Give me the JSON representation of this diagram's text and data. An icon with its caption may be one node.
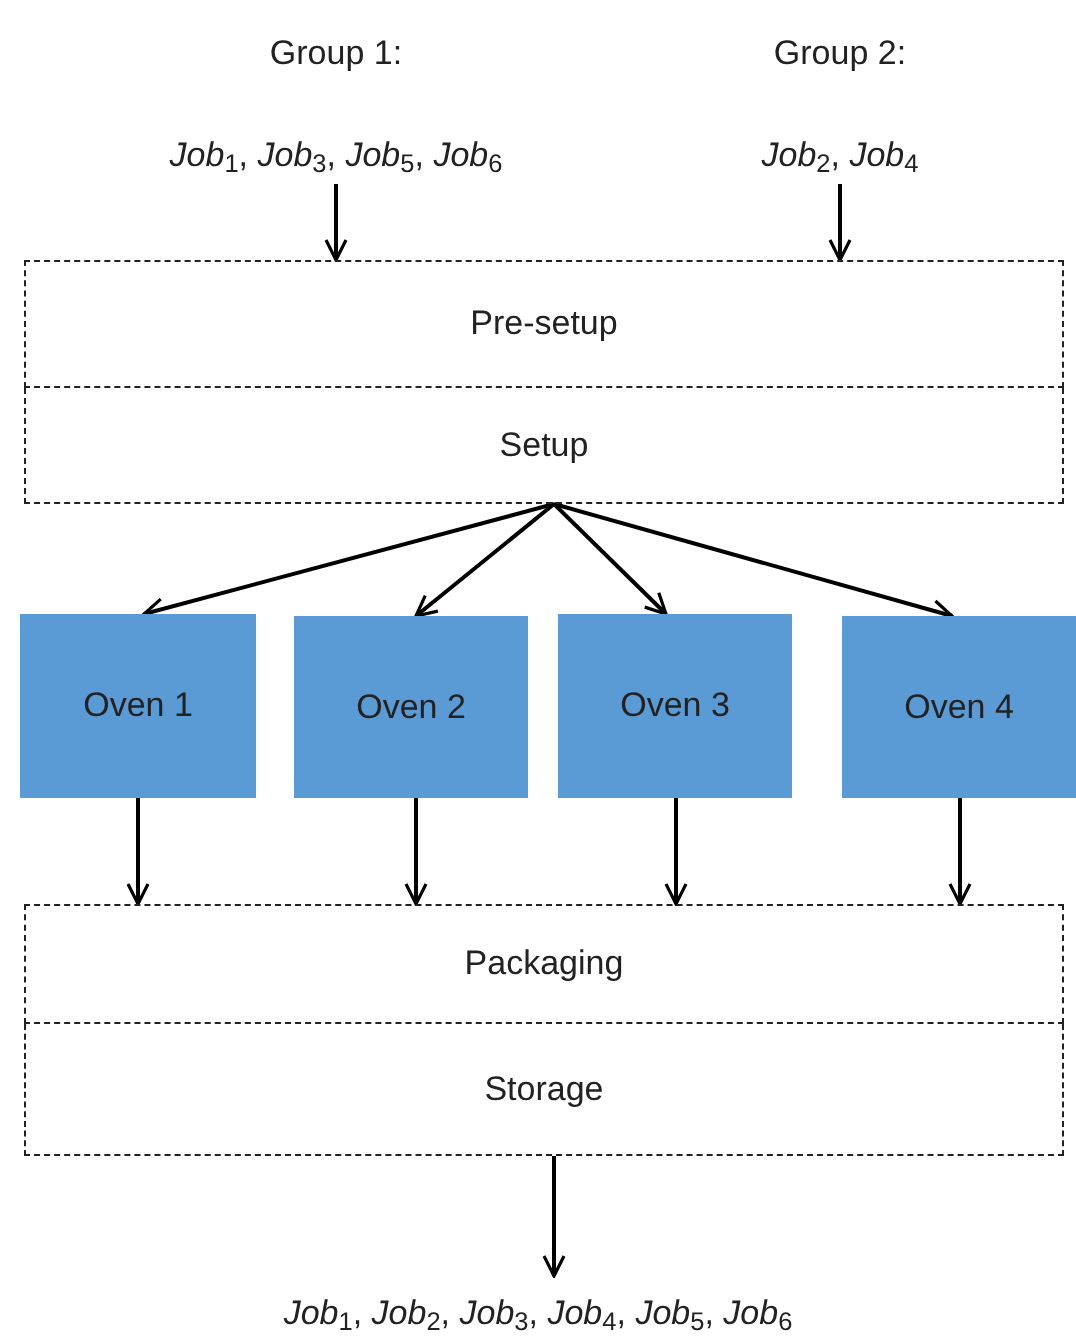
{
  "diagram": {
    "nodes": [
      {
        "text": [
          "Group 1:",
          "*Job*$_{1}$, *Job*$_{3}$, *Job*$_{5}$, *Job*$_{6}$"
        ]
      },
      {
        "text": [
          "Group 2:",
          "*Job*$_{2}$, *Job*$_{4}$"
        ]
      },
      {
        "text": [
          "Pre-setup"
        ]
      },
      {
        "text": [
          "Setup"
        ]
      },
      {
        "text": [
          "Oven 1"
        ]
      },
      {
        "text": [
          "Oven 2"
        ]
      },
      {
        "text": [
          "Oven 3"
        ]
      },
      {
        "text": [
          "Oven 4"
        ]
      },
      {
        "text": [
          "Packaging"
        ]
      },
      {
        "text": [
          "Storage"
        ]
      },
      {
        "text": [
          "*Job*$_{1}$, *Job*$_{2}$, *Job*$_{3}$, *Job*$_{4}$, *Job*$_{5}$, *Job*$_{6}$"
        ]
      }
    ],
    "edges": [
      {
        "from": 0,
        "to": 2,
        "arrow": "to"
      },
      {
        "from": 1,
        "to": 2,
        "arrow": "to"
      },
      {
        "from": 3,
        "to": 4,
        "arrow": "to"
      },
      {
        "from": 3,
        "to": 5,
        "arrow": "to"
      },
      {
        "from": 3,
        "to": 6,
        "arrow": "to"
      },
      {
        "from": 3,
        "to": 7,
        "arrow": "to"
      },
      {
        "from": 4,
        "to": 8,
        "arrow": "to"
      },
      {
        "from": 5,
        "to": 8,
        "arrow": "to"
      },
      {
        "from": 6,
        "to": 8,
        "arrow": "to"
      },
      {
        "from": 7,
        "to": 8,
        "arrow": "to"
      },
      {
        "from": 9,
        "to": 10,
        "arrow": "to"
      }
    ]
  }
}
